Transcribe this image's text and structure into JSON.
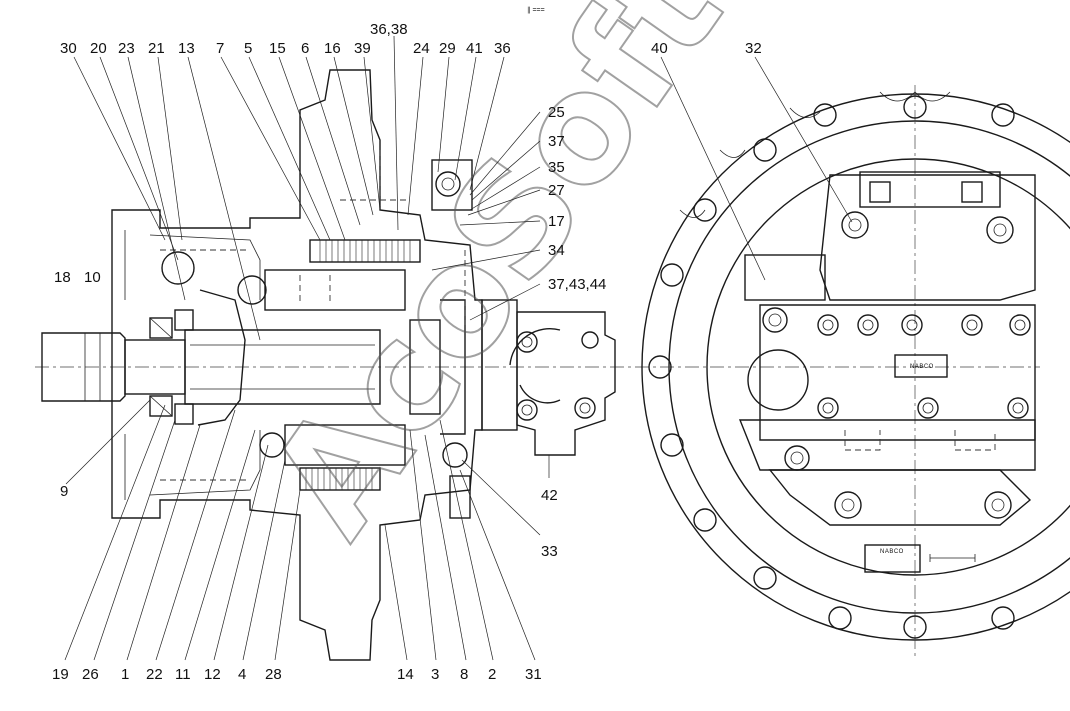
{
  "header_mark": "∥ ===",
  "watermark": "AcoSoft",
  "left_view": {
    "labels_top": [
      "30",
      "20",
      "23",
      "21",
      "13",
      "7",
      "5",
      "15",
      "6",
      "16",
      "39",
      "36,38",
      "24",
      "29",
      "41",
      "36"
    ],
    "labels_right": [
      "25",
      "37",
      "35",
      "27",
      "17",
      "34",
      "37,43,44",
      "42",
      "33"
    ],
    "labels_left": [
      "18",
      "10",
      "9"
    ],
    "labels_bottom": [
      "19",
      "26",
      "1",
      "22",
      "11",
      "12",
      "4",
      "28",
      "14",
      "3",
      "8",
      "2",
      "31"
    ]
  },
  "right_view": {
    "labels_top": [
      "40",
      "32"
    ],
    "nameplate_upper": "NABCO",
    "nameplate_lower": "NABCO"
  }
}
